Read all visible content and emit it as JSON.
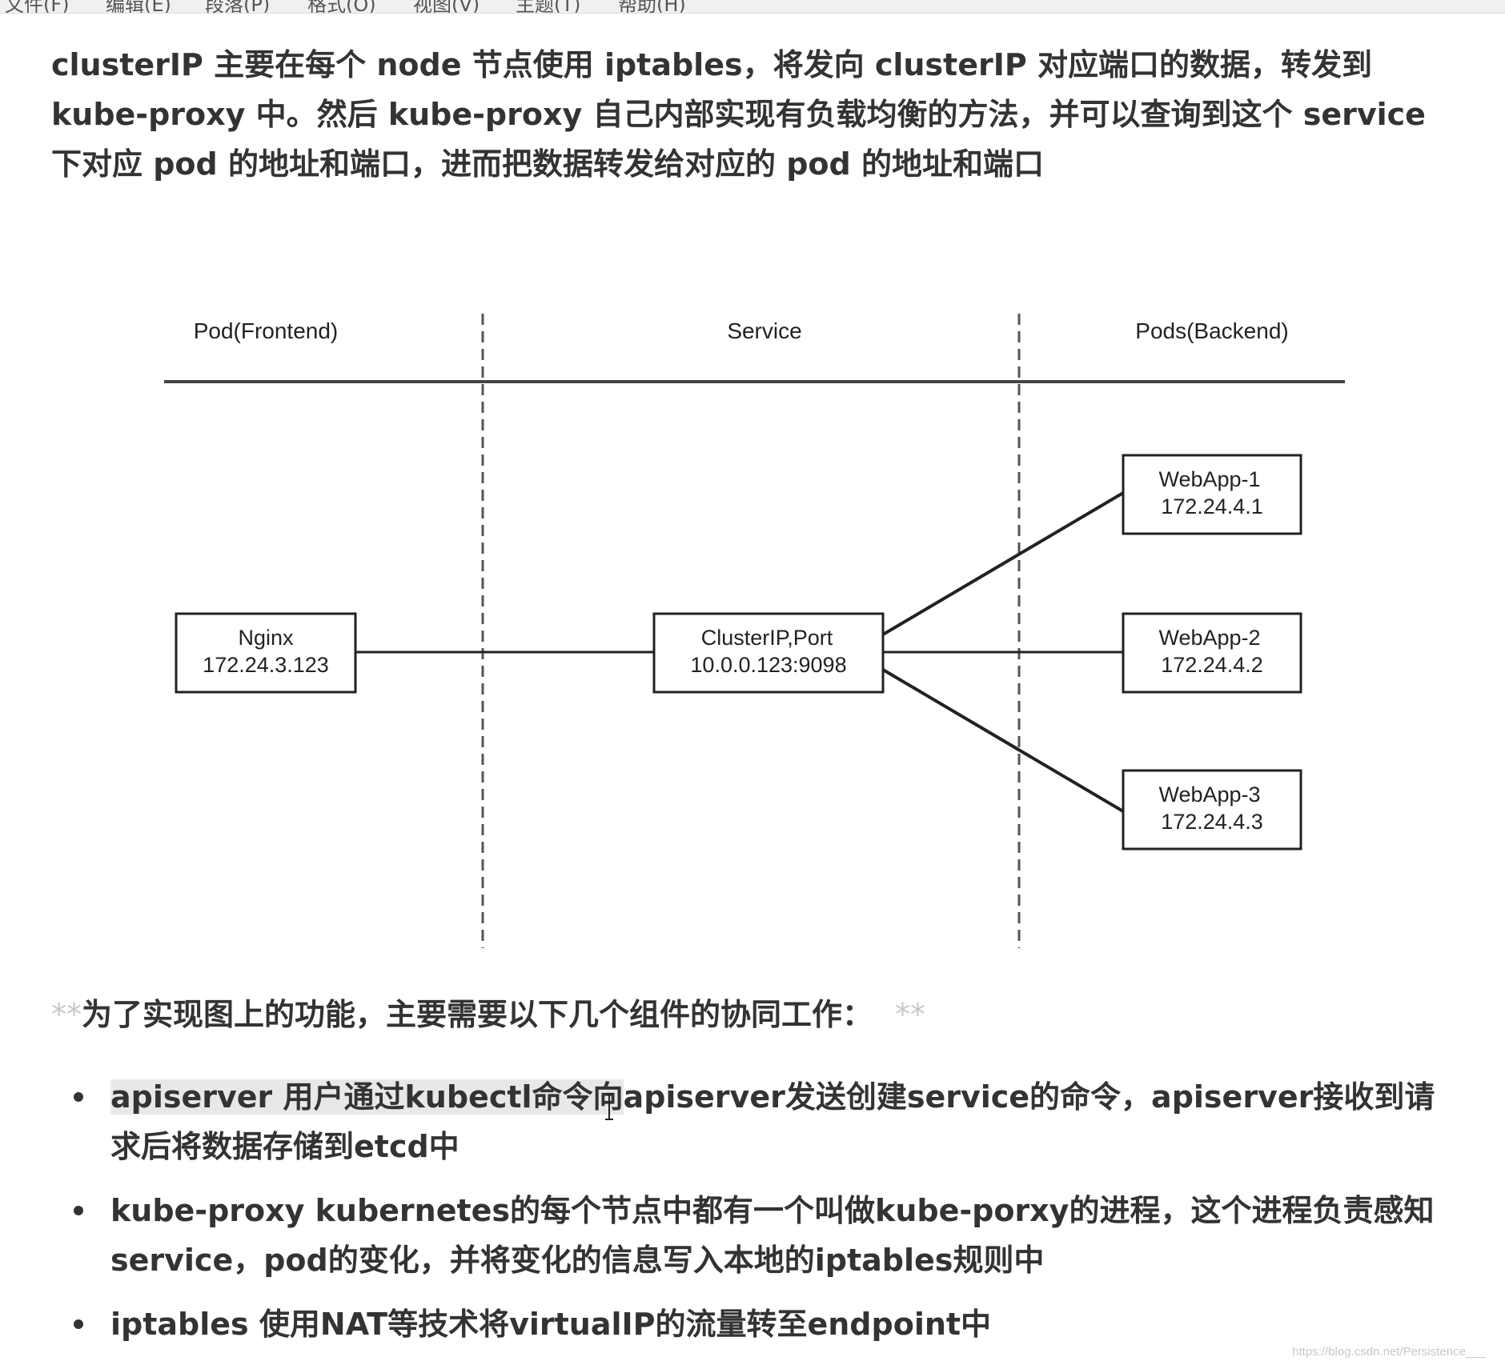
{
  "menubar": {
    "items": [
      "文件(F)",
      "编辑(E)",
      "段落(P)",
      "格式(O)",
      "视图(V)",
      "主题(T)",
      "帮助(H)"
    ]
  },
  "intro": {
    "text": "clusterIP 主要在每个 node 节点使用 iptables，将发向 clusterIP 对应端口的数据，转发到 kube-proxy 中。然后 kube-proxy 自己内部实现有负载均衡的方法，并可以查询到这个 service 下对应 pod 的地址和端口，进而把数据转发给对应的 pod 的地址和端口"
  },
  "diagram": {
    "columns": {
      "frontend": "Pod(Frontend)",
      "service": "Service",
      "backend": "Pods(Backend)"
    },
    "nginx": {
      "name": "Nginx",
      "ip": "172.24.3.123"
    },
    "cluster": {
      "name": "ClusterIP,Port",
      "ip": "10.0.0.123:9098"
    },
    "webapps": [
      {
        "name": "WebApp-1",
        "ip": "172.24.4.1"
      },
      {
        "name": "WebApp-2",
        "ip": "172.24.4.2"
      },
      {
        "name": "WebApp-3",
        "ip": "172.24.4.3"
      }
    ],
    "colors": {
      "line": "#333333",
      "box_border": "#222222",
      "dashed": "#555555"
    }
  },
  "components": {
    "heading_prefix": "**",
    "heading": "为了实现图上的功能，主要需要以下几个组件的协同工作：",
    "heading_suffix": "**",
    "items": [
      {
        "term": "apiserver",
        "desc_highlighted": " 用户通过kubectl命令向",
        "desc": "apiserver发送创建service的命令，apiserver接收到请求后将数据存储到etcd中"
      },
      {
        "term": "kube-proxy",
        "desc_highlighted": "",
        "desc": " kubernetes的每个节点中都有一个叫做kube-porxy的进程，这个进程负责感知service，pod的变化，并将变化的信息写入本地的iptables规则中"
      },
      {
        "term": "iptables",
        "desc_highlighted": "",
        "desc": " 使用NAT等技术将virtualIP的流量转至endpoint中"
      }
    ]
  },
  "watermark": "https://blog.csdn.net/Persistence___"
}
